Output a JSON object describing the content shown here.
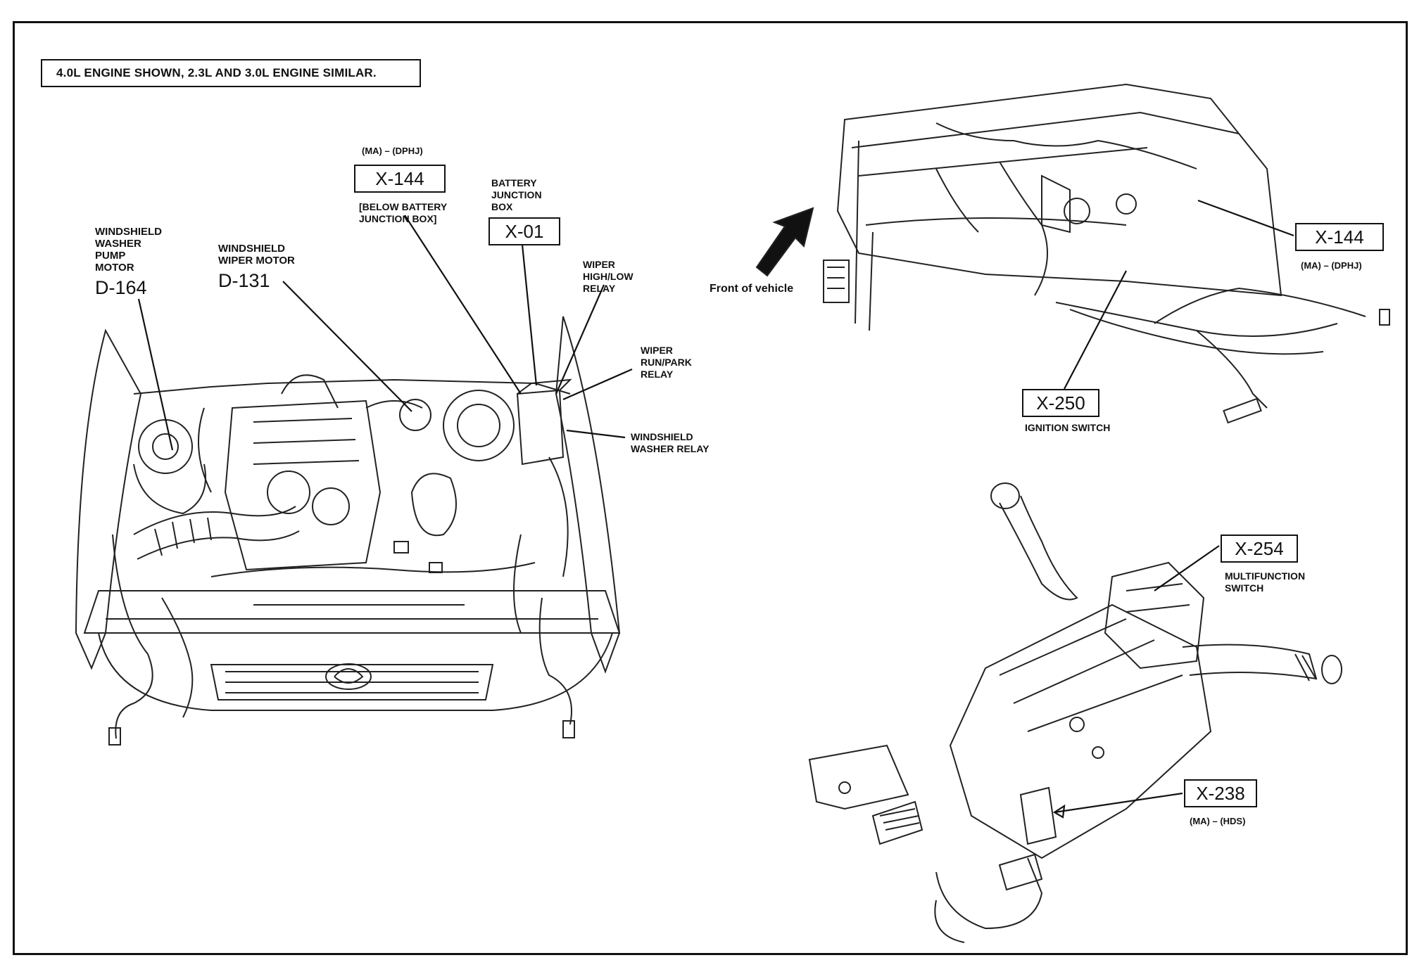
{
  "note": "4.0L ENGINE SHOWN, 2.3L AND 3.0L ENGINE SIMILAR.",
  "engine_view": {
    "washer_pump": {
      "label": "WINDSHIELD\nWASHER\nPUMP\nMOTOR",
      "code": "D-164"
    },
    "wiper_motor": {
      "label": "WINDSHIELD\nWIPER MOTOR",
      "code": "D-131"
    },
    "x144": {
      "top_text": "(MA) – (DPHJ)",
      "code": "X-144",
      "sub_text": "[BELOW BATTERY\nJUNCTION BOX]"
    },
    "battery_box": {
      "label": "BATTERY\nJUNCTION\nBOX",
      "code": "X-01"
    },
    "wiper_high_low": {
      "label": "WIPER\nHIGH/LOW\nRELAY"
    },
    "wiper_run_park": {
      "label": "WIPER\nRUN/PARK\nRELAY"
    },
    "washer_relay": {
      "label": "WINDSHIELD\nWASHER RELAY"
    }
  },
  "dash_view": {
    "front_label": "Front of vehicle",
    "x144": {
      "code": "X-144",
      "sub_text": "(MA) – (DPHJ)"
    },
    "x250": {
      "code": "X-250",
      "sub_text": "IGNITION SWITCH"
    }
  },
  "column_view": {
    "x254": {
      "code": "X-254",
      "sub_text": "MULTIFUNCTION\nSWITCH"
    },
    "x238": {
      "code": "X-238",
      "sub_text": "(MA) – (HDS)"
    }
  }
}
